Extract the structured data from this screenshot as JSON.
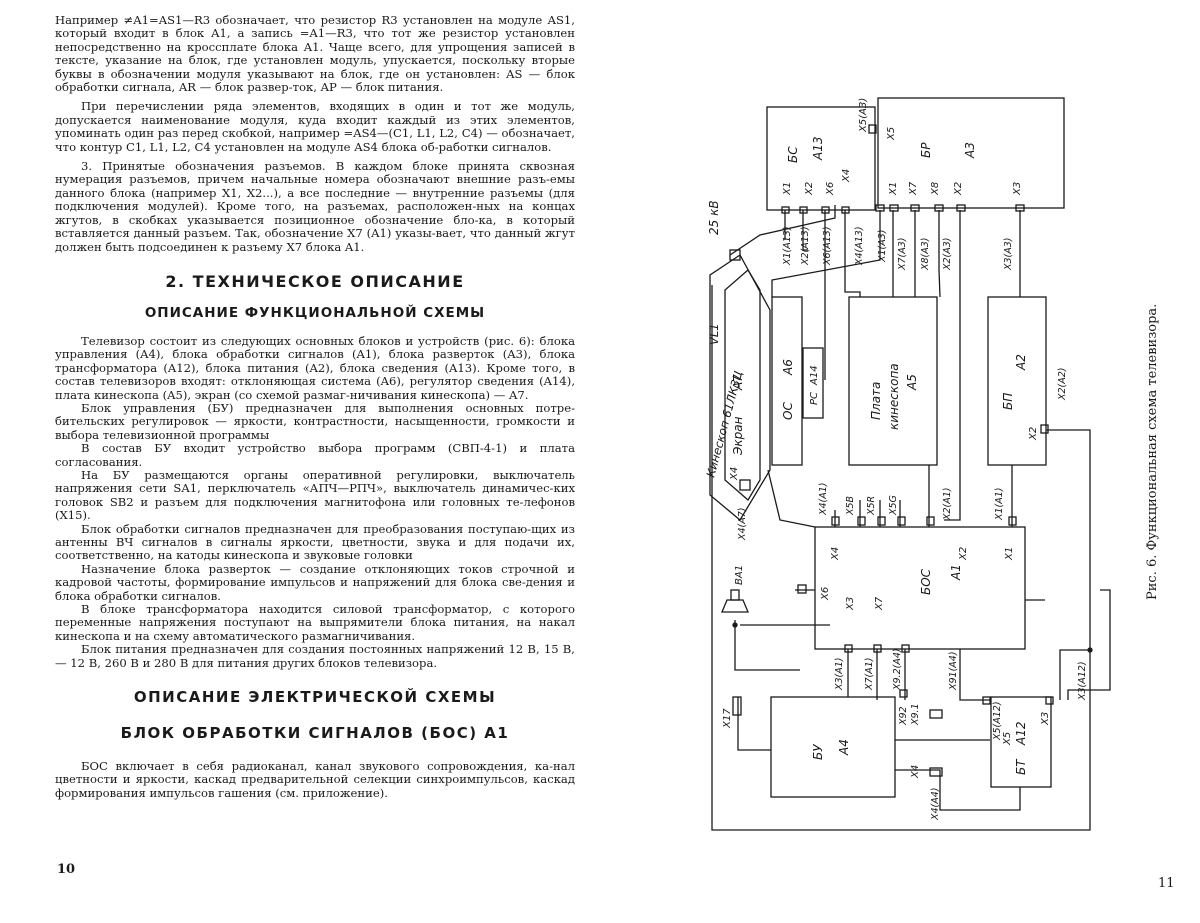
{
  "left_page": {
    "p1": "Например ≠A1=AS1—R3 обозначает, что резистор R3 установлен на модуле AS1, который входит в блок A1, а запись =A1—R3, что тот же резистор установлен непосредственно на кроссплате блока A1. Чаще всего, для упрощения записей в тексте, указание на блок, где установлен модуль, упускается, поскольку вторые буквы в обозначении модуля указывают на блок, где он установлен: AS — блок обработки сигнала, AR — блок развер-ток, AP — блок питания.",
    "p2": "При перечислении ряда элементов, входящих в один и тот же модуль, допускается наименование модуля, куда входит каждый из этих элементов, упоминать один раз перед скобкой, например =AS4—(C1, L1, L2, C4) — обозначает, что контур C1, L1, L2, C4 установлен на модуле AS4 блока об-работки сигналов.",
    "p3": "3. Принятые обозначения разъемов. В каждом блоке принята сквозная нумерация разъемов, причем начальные номера обозначают внешние разъ-емы данного блока (например X1, X2...), а все последние — внутренние разъемы (для подключения модулей). Кроме того, на разъемах, расположен-ных на концах жгутов, в скобках указывается позиционное обозначение бло-ка, в который вставляется данный разъем. Так, обозначение X7 (A1) указы-вает, что данный жгут должен быть подсоединен к разъему X7 блока A1.",
    "section_title": "2. ТЕХНИЧЕСКОЕ ОПИСАНИЕ",
    "subsection_title": "ОПИСАНИЕ ФУНКЦИОНАЛЬНОЙ СХЕМЫ",
    "p4": "Телевизор состоит из следующих основных блоков и устройств (рис. 6): блока управления (A4), блока обработки сигналов (A1), блока разверток (A3), блока трансформатора (A12), блока питания (A2), блока сведения (A13). Кроме того, в состав телевизоров входят: отклоняющая система (A6), регулятор сведения (A14), плата кинескопа (A5), экран (со схемой размаг-ничивания кинескопа) — A7.",
    "p5": "Блок управления (БУ) предназначен для выполнения основных потре-бительских регулировок — яркости, контрастности, насыщенности, громкости и выбора телевизионной программы",
    "p6": "В состав БУ входит устройство выбора программ (СВП-4-1) и плата согласования.",
    "p7": "На БУ размещаются органы оперативной регулировки, выключатель напряжения сети SA1, перключатель «АПЧ—РПЧ», выключатель динамичес-ких головок SB2 и разъем для подключения магнитофона или головных те-лефонов (X15).",
    "p8": "Блок обработки сигналов предназначен для преобразования поступаю-щих из антенны ВЧ сигналов в сигналы яркости, цветности, звука и для подачи их, соответственно, на катоды кинескопа и звуковые головки",
    "p9": "Назначение блока разверток — создание отклоняющих токов строчной и кадровой частоты, формирование импульсов и напряжений для блока све-дения и блока обработки сигналов.",
    "p10": "В блоке трансформатора находится силовой трансформатор, с которого переменные напряжения поступают на выпрямители блока питания, на накал кинескопа и на схему автоматического размагничивания.",
    "p11": "Блок питания предназначен для создания постоянных напряжений 12 В, 15 В, — 12 В, 260 В и 280 В для питания других блоков телевизора.",
    "title_elec": "ОПИСАНИЕ ЭЛЕКТРИЧЕСКОЙ СХЕМЫ",
    "title_bos": "БЛОК ОБРАБОТКИ СИГНАЛОВ (БОС) A1",
    "p12": "БОС включает в себя радиоканал, канал звукового сопровождения, ка-нал цветности и яркости, каскад предварительной селекции синхроимпульсов, каскад формирования импульсов гашения (см. приложение).",
    "page_number": "10"
  },
  "right_page": {
    "caption": "Рис. 6. Функциональная схема телевизора.",
    "page_number": "11",
    "labels": {
      "bs": "БС",
      "a13": "A13",
      "bp": "БР",
      "a3": "A3",
      "x5a3": "X5(A3)",
      "x5": "X5",
      "x4": "X4",
      "x1": "X1",
      "x2": "X2",
      "x6": "X6",
      "x7": "X7",
      "x8": "X8",
      "x3": "X3",
      "kv25": "25 кВ",
      "x1a13": "X1(A13)",
      "x2a13": "X2(A13)",
      "x6a13": "X6(A13)",
      "x4a13": "X4(A13)",
      "x1a3": "X1(A3)",
      "x7a3": "X7(A3)",
      "x8a3": "X8(A3)",
      "x2a3": "X2(A3)",
      "x3a3": "X3(A3)",
      "kinescope": "Кинескоп 61ЛК3Ц",
      "vl1": "VL1",
      "screen": "Экран",
      "a7": "A7",
      "oc": "ОС",
      "a6": "A6",
      "pc": "РС",
      "a14": "A14",
      "plata": "Плата",
      "kinescopa": "кинескопа",
      "a5": "A5",
      "bpit": "БП",
      "a2": "A2",
      "x2a2": "X2(A2)",
      "x4a7": "X4(A7)",
      "x5b": "X5B",
      "x5r": "X5R",
      "x5g": "X5G",
      "x4a1": "X4(A1)",
      "x2a1": "X2(A1)",
      "x1a1": "X1(A1)",
      "bos": "БОС",
      "a1": "A1",
      "ba1": "BA1",
      "x3a1": "X3(A1)",
      "x7a1": "X7(A1)",
      "x92a4": "X9.2(A4)",
      "x91a4": "X91(A4)",
      "x3a12": "X3(A12)",
      "x5a12": "X5(A12)",
      "x17": "X17",
      "bu": "БУ",
      "a4": "A4",
      "x92": "X92",
      "x91": "X9.1",
      "x4a4": "X4(A4)",
      "bt": "БТ",
      "a12": "A12"
    }
  }
}
